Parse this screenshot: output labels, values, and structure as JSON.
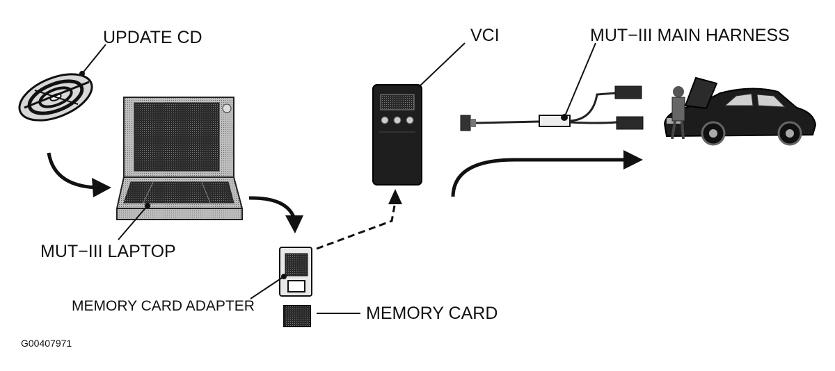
{
  "labels": {
    "update_cd": "UPDATE CD",
    "vci": "VCI",
    "harness": "MUT−III MAIN HARNESS",
    "laptop": "MUT−III LAPTOP",
    "adapter": "MEMORY CARD ADAPTER",
    "card": "MEMORY CARD",
    "figure_id": "G00407971"
  },
  "icons": [
    "cd-icon",
    "laptop-icon",
    "vci-icon",
    "harness-icon",
    "car-icon",
    "memory-card-adapter-icon",
    "memory-card-icon"
  ]
}
